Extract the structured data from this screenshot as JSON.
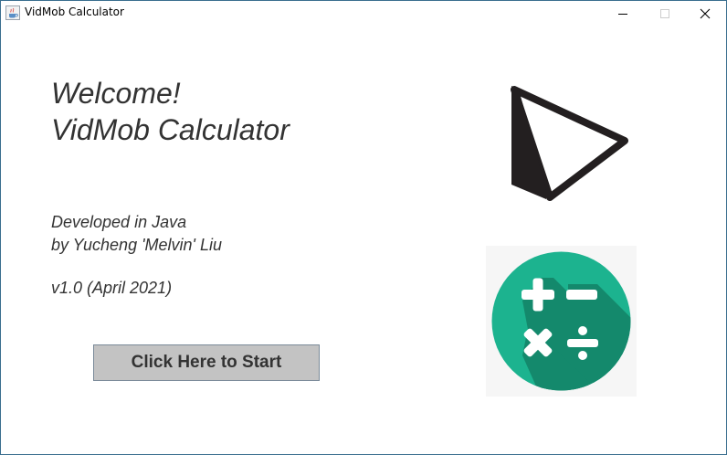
{
  "window": {
    "title": "VidMob Calculator",
    "icon": "java-cup-icon",
    "controls": [
      "minimize-icon",
      "maximize-icon",
      "close-icon"
    ]
  },
  "welcome": {
    "line1": "Welcome!",
    "line2": "VidMob Calculator"
  },
  "info": {
    "developed": "Developed in Java",
    "author": "by Yucheng 'Melvin' Liu",
    "version": "v1.0 (April 2021)"
  },
  "start_button": {
    "label": "Click Here to Start"
  },
  "images": {
    "vidmob_logo": "vidmob-logo-icon",
    "calculator_logo": "calculator-symbols-icon"
  },
  "colors": {
    "text": "#333333",
    "button_bg": "#c3c3c3",
    "button_border": "#7a8a99",
    "calc_green": "#1cb38f",
    "calc_shadow": "#14896c",
    "window_border": "#3a6e8f"
  }
}
